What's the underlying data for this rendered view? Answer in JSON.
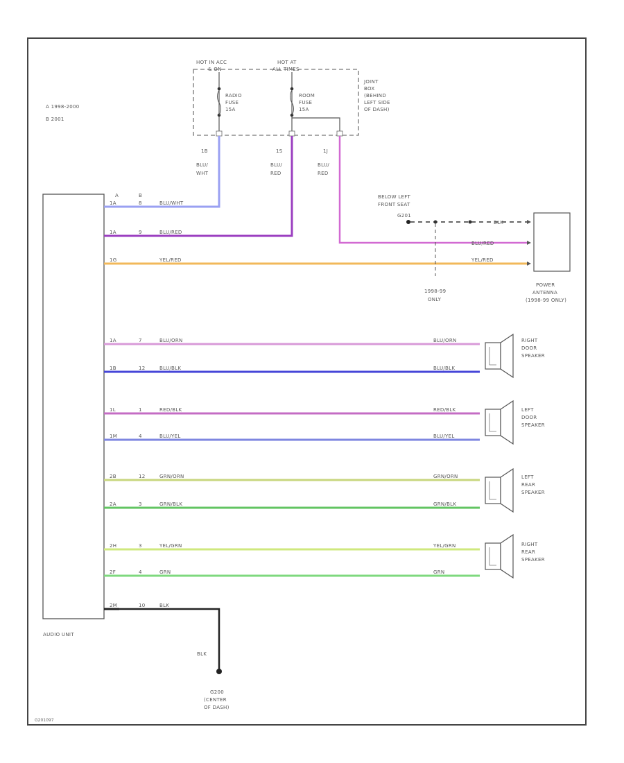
{
  "legend": {
    "a": "A   1998-2000",
    "b": "B   2001"
  },
  "fuse_box": {
    "hot1_line1": "HOT IN ACC",
    "hot1_line2": "& ON",
    "hot2_line1": "HOT AT",
    "hot2_line2": "ALL TIMES",
    "radio_fuse": [
      "RADIO",
      "FUSE",
      "15A"
    ],
    "room_fuse": [
      "ROOM",
      "FUSE",
      "15A"
    ],
    "junction_note": [
      "JOINT",
      "BOX",
      "(BEHIND",
      "LEFT SIDE",
      "OF DASH)"
    ]
  },
  "feed_labels": {
    "f1": [
      "1B",
      "BLU/",
      "WHT"
    ],
    "f2": [
      "1S",
      "BLU/",
      "RED"
    ],
    "f3": [
      "1J",
      "BLU/",
      "RED"
    ]
  },
  "column_headers": {
    "a": "A",
    "b": "B"
  },
  "audio_unit_label": "AUDIO UNIT",
  "rows": [
    {
      "pin_a": "1A",
      "pin_b": "8",
      "wire": "BLU/WHT",
      "right_wire": "",
      "color": "#9aa0f2"
    },
    {
      "pin_a": "1A",
      "pin_b": "9",
      "wire": "BLU/RED",
      "right_wire": "",
      "color": "#9b3fc0"
    },
    {
      "pin_a": "1G",
      "pin_b": "",
      "wire": "YEL/RED",
      "right_wire": "YEL/RED",
      "color": "#f2b85a"
    },
    {
      "pin_a": "1A",
      "pin_b": "7",
      "wire": "BLU/ORN",
      "right_wire": "BLU/ORN",
      "color": "#d89ad8"
    },
    {
      "pin_a": "1B",
      "pin_b": "12",
      "wire": "BLU/BLK",
      "right_wire": "BLU/BLK",
      "color": "#4646d8"
    },
    {
      "pin_a": "1L",
      "pin_b": "1",
      "wire": "RED/BLK",
      "right_wire": "RED/BLK",
      "color": "#c46cc4"
    },
    {
      "pin_a": "1M",
      "pin_b": "4",
      "wire": "BLU/YEL",
      "right_wire": "BLU/YEL",
      "color": "#7e86e0"
    },
    {
      "pin_a": "2B",
      "pin_b": "12",
      "wire": "GRN/ORN",
      "right_wire": "GRN/ORN",
      "color": "#c8d67e"
    },
    {
      "pin_a": "2A",
      "pin_b": "3",
      "wire": "GRN/BLK",
      "right_wire": "GRN/BLK",
      "color": "#62c462"
    },
    {
      "pin_a": "2H",
      "pin_b": "3",
      "wire": "YEL/GRN",
      "right_wire": "YEL/GRN",
      "color": "#cfe87e"
    },
    {
      "pin_a": "2F",
      "pin_b": "4",
      "wire": "GRN",
      "right_wire": "GRN",
      "color": "#7ed87e"
    },
    {
      "pin_a": "2M",
      "pin_b": "10",
      "wire": "BLK",
      "right_wire": "",
      "color": "#222222"
    }
  ],
  "antenna": {
    "ground_note": [
      "BELOW LEFT",
      "FRONT SEAT"
    ],
    "ground_id": "G201",
    "blu_red": "BLU/RED",
    "blk": "BLK",
    "note": [
      "1998-99",
      "ONLY"
    ],
    "label": [
      "POWER",
      "ANTENNA",
      "(1998-99 ONLY)"
    ]
  },
  "speakers": {
    "right_door": [
      "RIGHT",
      "DOOR",
      "SPEAKER"
    ],
    "left_door": [
      "LEFT",
      "DOOR",
      "SPEAKER"
    ],
    "left_rear": [
      "LEFT",
      "REAR",
      "SPEAKER"
    ],
    "right_rear": [
      "RIGHT",
      "REAR",
      "SPEAKER"
    ]
  },
  "ground": {
    "wire": "BLK",
    "label": [
      "G200",
      "(CENTER",
      "OF DASH)"
    ]
  },
  "diagram_id": "G201097"
}
